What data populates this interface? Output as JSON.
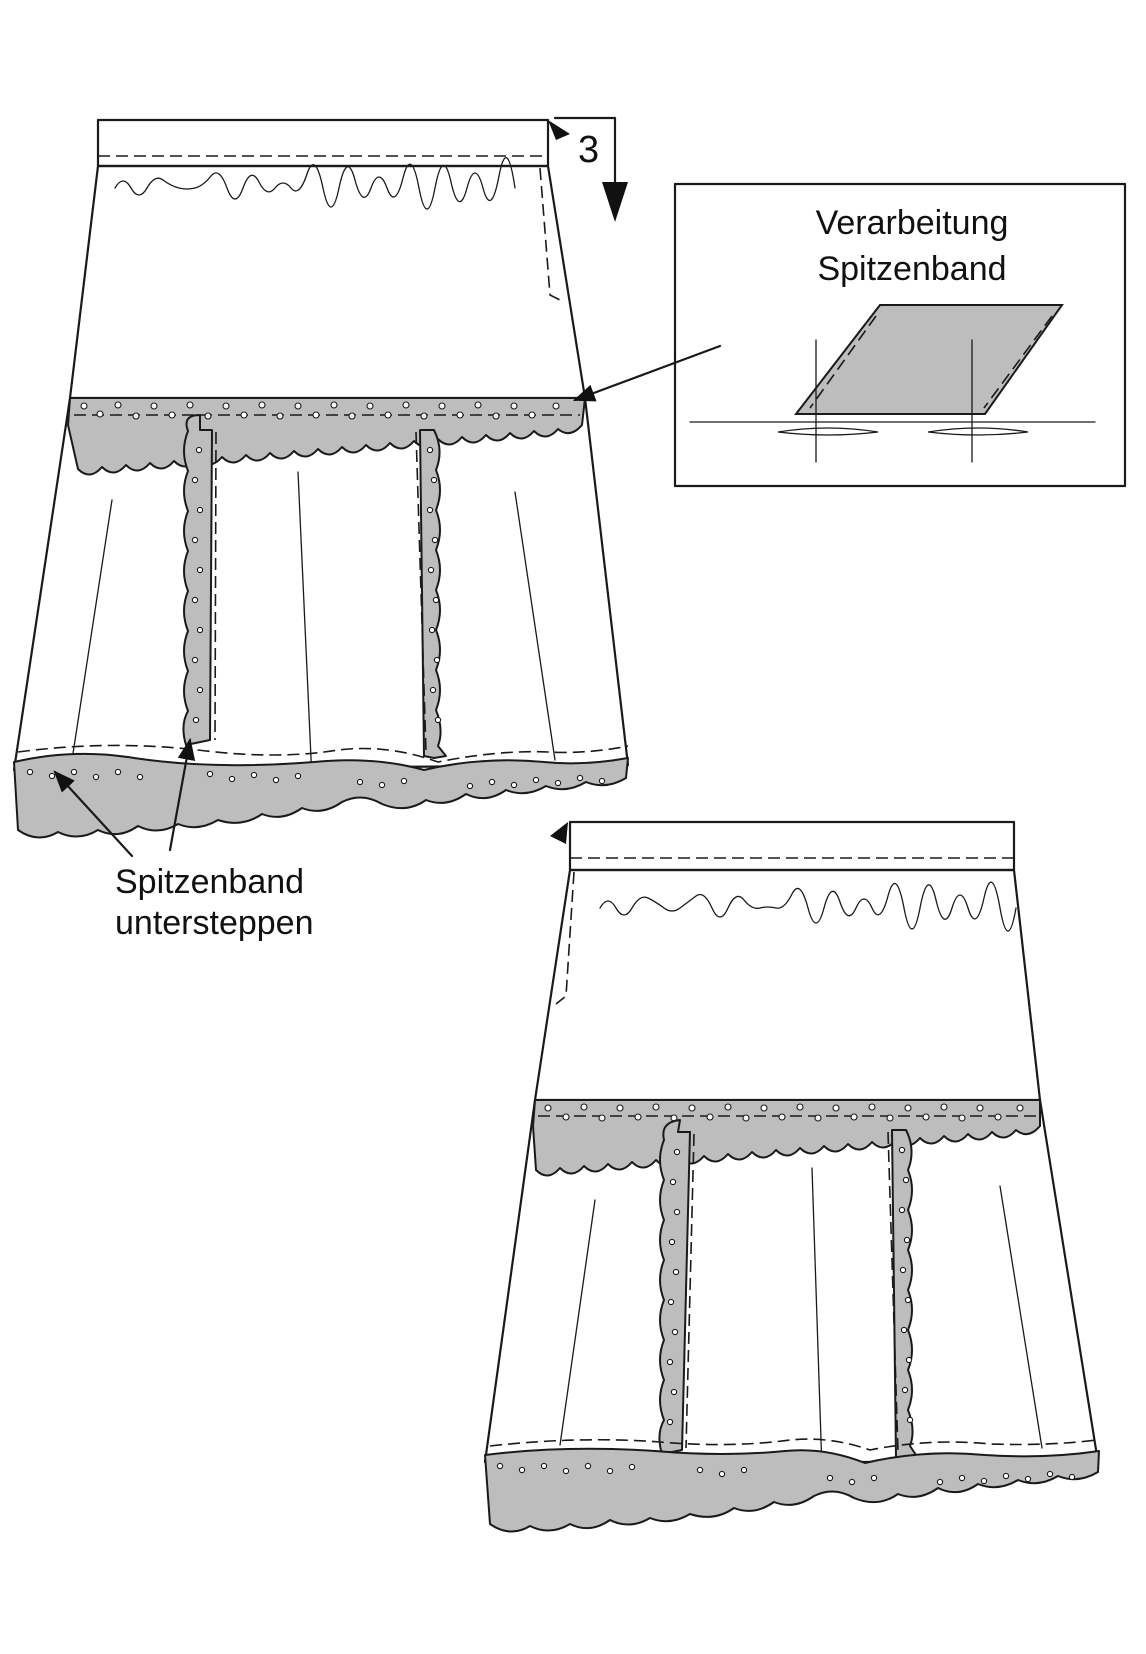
{
  "step_number": "3",
  "detail_box": {
    "title_line1": "Verarbeitung",
    "title_line2": "Spitzenband"
  },
  "callout": {
    "line1": "Spitzenband",
    "line2": "untersteppen"
  },
  "colors": {
    "lace_fill": "#bdbdbd",
    "ink": "#1a1a1a",
    "background": "#ffffff"
  }
}
